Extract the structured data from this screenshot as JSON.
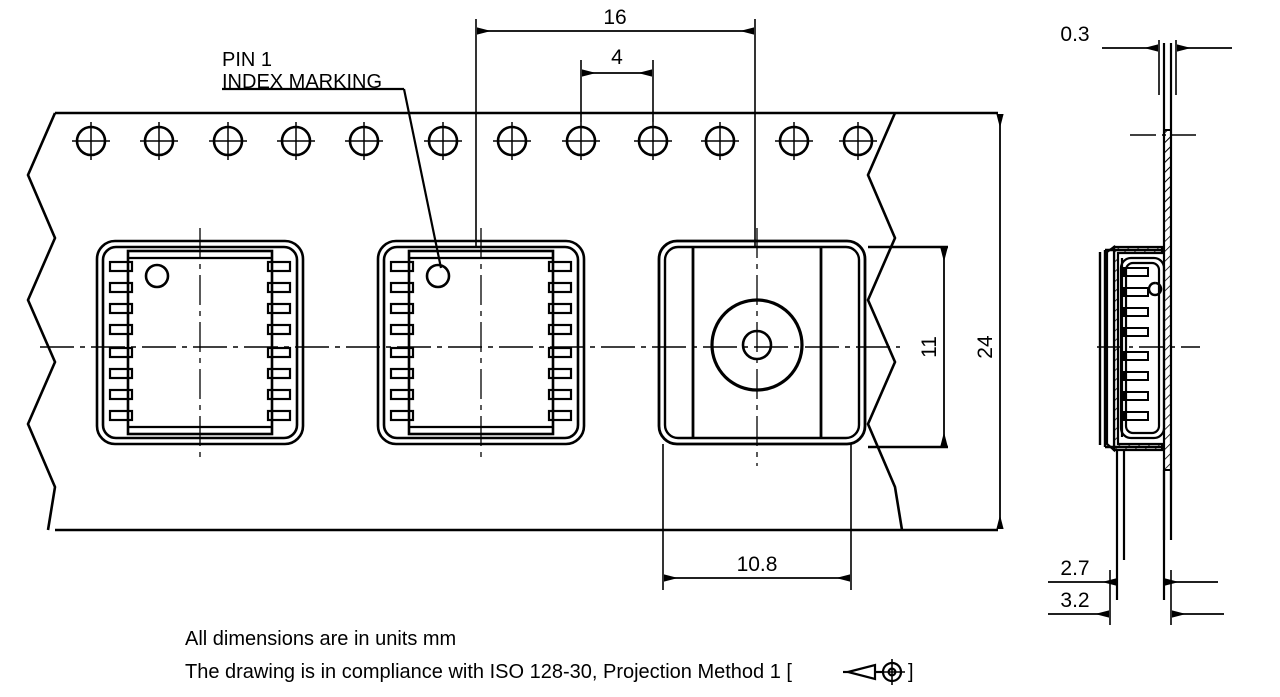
{
  "drawing": {
    "title": "Tape and reel packaging drawing",
    "line_color": "#000000",
    "background": "#ffffff",
    "annotations": {
      "pin1_label_line1": "PIN 1",
      "pin1_label_line2": "INDEX MARKING"
    },
    "dimensions": {
      "pitch_16": "16",
      "hole_pitch_4": "4",
      "pocket_width_10_8": "10.8",
      "pocket_height_11": "11",
      "tape_width_24": "24",
      "tape_thickness_0_3": "0.3",
      "pocket_depth_2_7": "2.7",
      "total_depth_3_2": "3.2"
    },
    "notes": {
      "units_note": "All dimensions are in units mm",
      "standard_note_pre": "The drawing is in compliance with ISO 128-30, Projection Method 1 [",
      "standard_note_post": "]"
    },
    "icons": {
      "projection_symbol": "first-angle-projection-symbol",
      "sprocket_hole": "sprocket-hole-icon",
      "pin1_dot": "pin1-index-dot-icon"
    }
  },
  "chart_data": {
    "type": "diagram",
    "title": "Carrier tape dimensional drawing",
    "views": [
      {
        "name": "plan-view",
        "description": "Top view of carrier tape with three pockets and sprocket holes"
      },
      {
        "name": "section-view",
        "description": "Right side cross-section through pocket"
      }
    ],
    "values_mm": {
      "16": "pocket pitch",
      "4": "sprocket hole pitch",
      "10.8": "pocket width",
      "11": "pocket height",
      "24": "tape width",
      "0.3": "tape thickness",
      "2.7": "pocket depth",
      "3.2": "total depth"
    },
    "sprocket_hole_count": 12,
    "pocket_count": 3,
    "leads_per_side": 8
  }
}
